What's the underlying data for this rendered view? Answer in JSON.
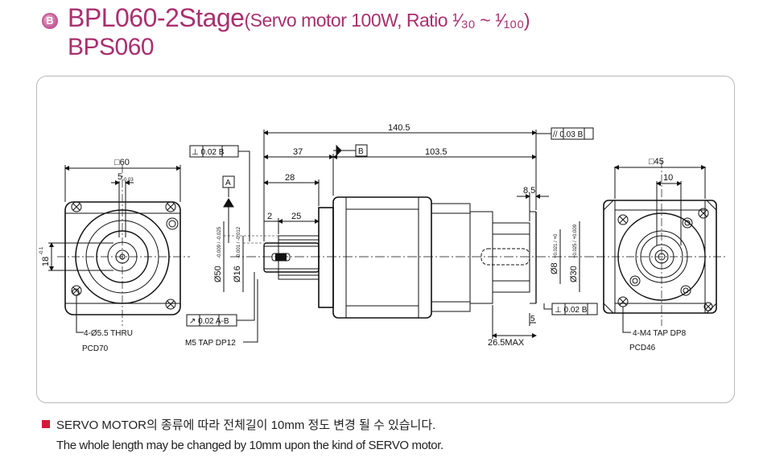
{
  "header": {
    "badge": "B",
    "model": "BPL060-2Stage",
    "spec": "(Servo motor 100W, Ratio ¹⁄₃₀ ~ ¹⁄₁₀₀)",
    "model2": "BPS060"
  },
  "dims": {
    "square60": "□60",
    "d5": "5",
    "tol5": "-0.03",
    "d18": "18",
    "tol18": "-0.1",
    "holes_left": "4-Ø5.5 THRU",
    "pcd70": "PCD70",
    "perp_b1": "⊥ 0.02 B",
    "datum_a": "A",
    "datum_b": "B",
    "len140": "140.5",
    "len37": "37",
    "len103": "103.5",
    "len28": "28",
    "len2": "2",
    "len25": "25",
    "len85": "8.5",
    "len5": "5",
    "len265": "26.5MAX",
    "par_b": "// 0.03 B",
    "dia50": "Ø50",
    "tol50": "-0.009 / -0.025",
    "dia16": "Ø16",
    "tol16": "-0.001 / -0.012",
    "dia8": "Ø8",
    "tol8": "+0.021 / +0",
    "dia30": "Ø30",
    "tol30": "+0.025 / +0.009",
    "runout": "↗ 0.02 A-B",
    "m5": "M5 TAP DP12",
    "perp_b2": "⊥ 0.02 B",
    "square45": "□45",
    "d10": "10",
    "holes_right": "4-M4 TAP DP8",
    "pcd46": "PCD46"
  },
  "notes": {
    "korean": "SERVO MOTOR의 종류에 따라 전체길이 10mm 정도 변경 될 수 있습니다.",
    "english": "The whole length may be changed by 10mm upon the kind of SERVO motor."
  },
  "colors": {
    "accent": "#a9306f",
    "bullet": "#d21b3a"
  }
}
